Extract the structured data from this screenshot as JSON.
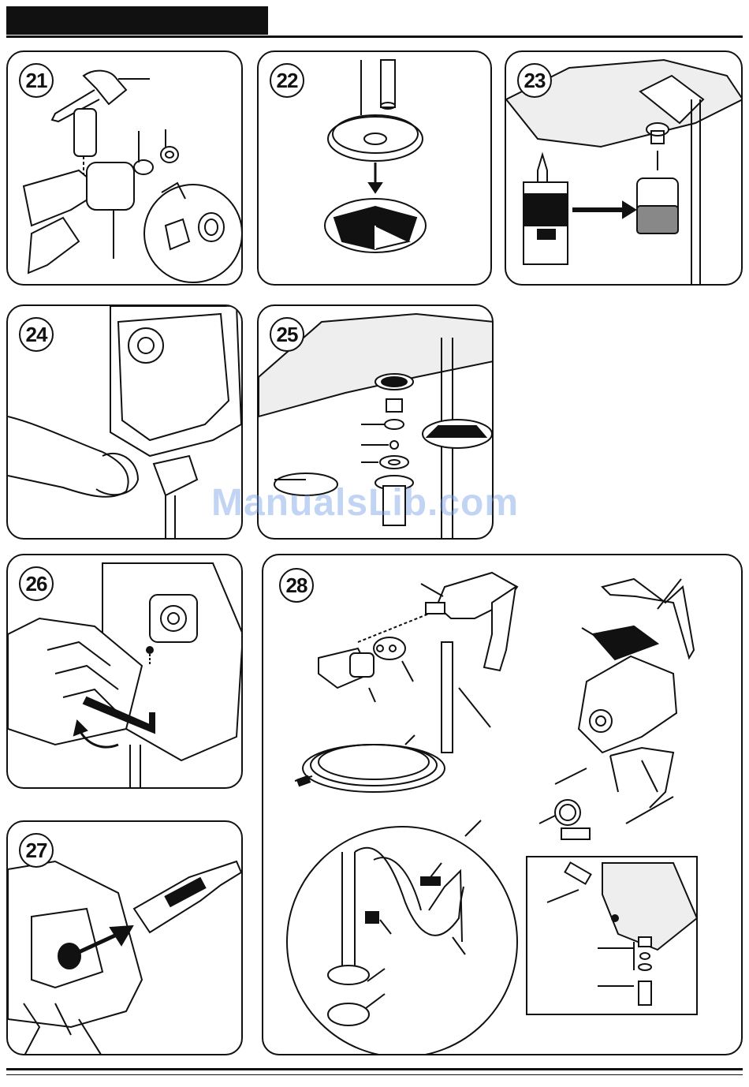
{
  "watermark": "ManualsLib.com",
  "steps": [
    {
      "number": "21"
    },
    {
      "number": "22"
    },
    {
      "number": "23"
    },
    {
      "number": "24"
    },
    {
      "number": "25"
    },
    {
      "number": "26"
    },
    {
      "number": "27"
    },
    {
      "number": "28"
    }
  ]
}
